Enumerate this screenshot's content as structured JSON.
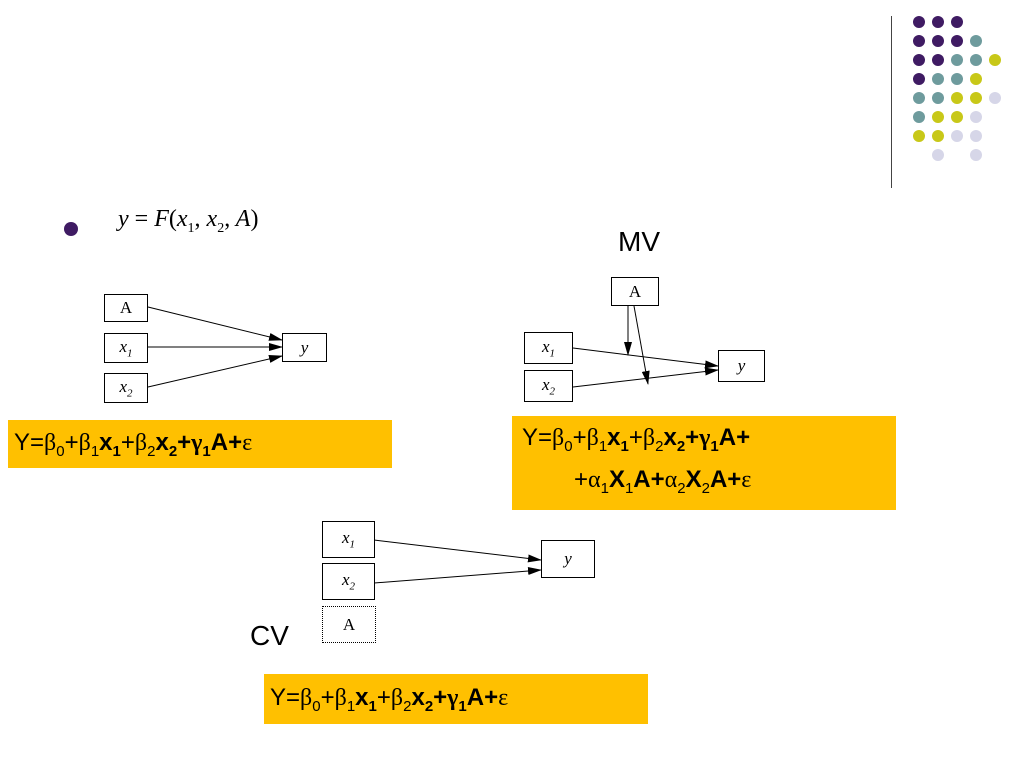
{
  "colors": {
    "purple": "#3f1b63",
    "teal": "#6e9b9d",
    "yellow": "#c8c818",
    "lavender": "#d6d6e8",
    "eq_bg": "#ffc000"
  },
  "formula": {
    "y": "y",
    "eq": "=",
    "F": "F",
    "open": "(",
    "x": "x",
    "x1sub": "1",
    "sep1": ",",
    "x2sub": "2",
    "sep2": ",",
    "A": "A",
    "close": ")"
  },
  "diagram_left": {
    "box_A": "A",
    "box_x1": "x",
    "box_x1_sub": "1",
    "box_x2": "x",
    "box_x2_sub": "2",
    "box_y": "y",
    "equation": "Y=β0+β1x1+β2x2+γ1A+ε"
  },
  "diagram_mv": {
    "label": "MV",
    "box_A": "A",
    "box_x1": "x",
    "box_x1_sub": "1",
    "box_x2": "x",
    "box_x2_sub": "2",
    "box_y": "y",
    "equation_line1": "Y=β0+β1x1+β2x2+γ1A+",
    "equation_line2": "+α1X1A+α2X2A+ε"
  },
  "diagram_cv": {
    "label": "CV",
    "box_x1": "x",
    "box_x1_sub": "1",
    "box_x2": "x",
    "box_x2_sub": "2",
    "box_A": "A",
    "box_y": "y",
    "equation": "Y=β0+β1x1+β2x2+γ1A+ε"
  }
}
